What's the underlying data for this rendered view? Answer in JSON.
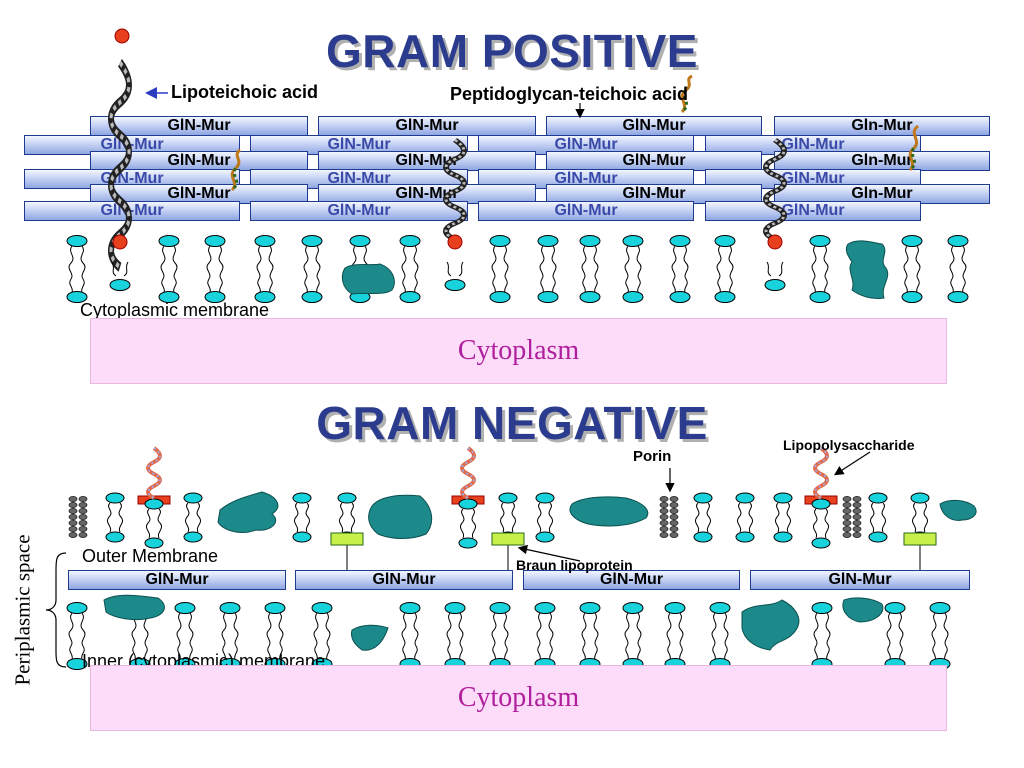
{
  "gram_positive": {
    "title": "GRAM POSITIVE",
    "labels": {
      "lipoteichoic": "Lipoteichoic acid",
      "peptidoglycan_teichoic": "Peptidoglycan-teichoic acid",
      "membrane": "Cytoplasmic membrane",
      "cytoplasm": "Cytoplasm"
    },
    "front_row_labels": [
      "GlN-Mur",
      "GlN-Mur",
      "GlN-Mur",
      "Gln-Mur"
    ],
    "back_row_labels": [
      "GlN-Mur",
      "GlN-Mur",
      "GlN-Mur",
      "GlN-Mur"
    ]
  },
  "gram_negative": {
    "title": "GRAM NEGATIVE",
    "labels": {
      "lipopolysaccharide": "Lipopolysaccharide",
      "porin": "Porin",
      "braun": "Braun lipoprotein",
      "outer": "Outer Membrane",
      "inner": "Inner (cytoplasmic) membrane",
      "periplasmic": "Periplasmic space",
      "cytoplasm": "Cytoplasm"
    },
    "peptidoglycan_labels": [
      "GlN-Mur",
      "GlN-Mur",
      "GlN-Mur",
      "GlN-Mur"
    ]
  },
  "colors": {
    "title": "#2b3c8f",
    "lipid_head": "#19d3dc",
    "protein": "#1c8a8a",
    "cytoplasm_fill": "#fcdcf8",
    "cytoplasm_text": "#b01f9e",
    "lps_core": "#e8401c",
    "braun": "#c8f04a"
  }
}
